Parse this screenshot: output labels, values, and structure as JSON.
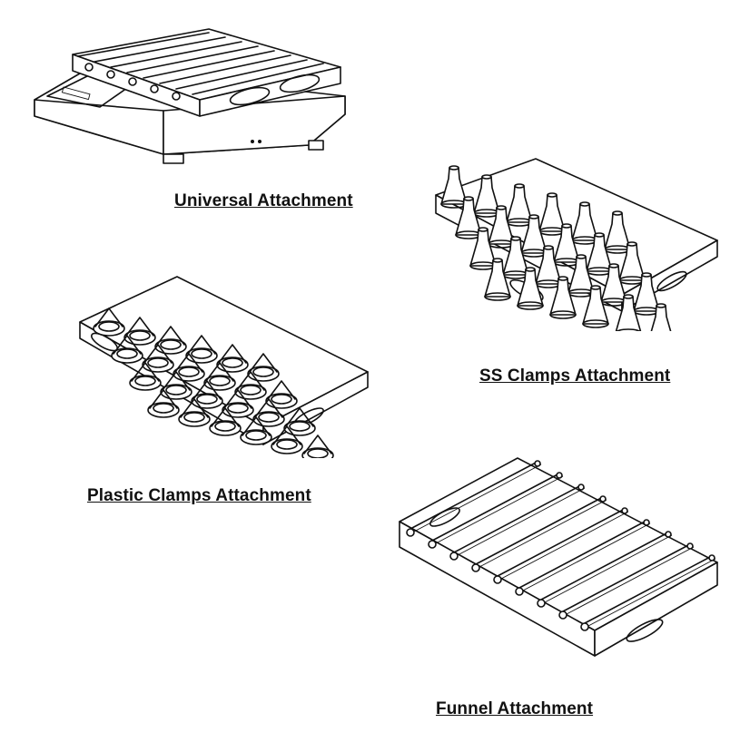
{
  "captions": {
    "universal": "Universal Attachment",
    "ss_clamps": "SS Clamps Attachment",
    "plastic_clamps": "Plastic Clamps Attachment",
    "funnel": "Funnel Attachment"
  },
  "colors": {
    "line": "#111111",
    "background": "#ffffff"
  }
}
